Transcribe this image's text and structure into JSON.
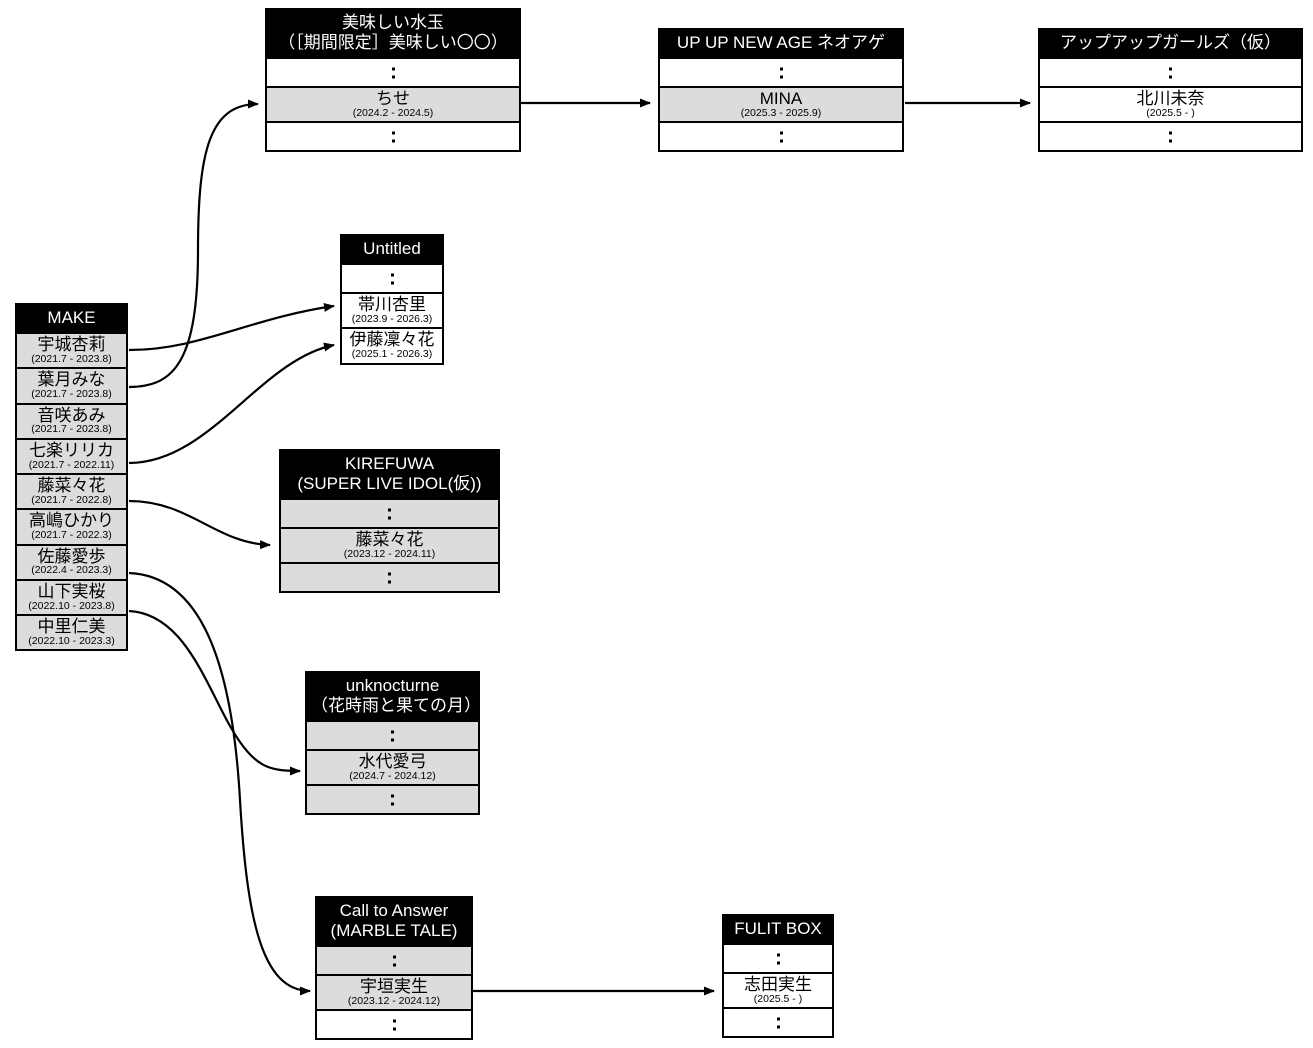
{
  "diagram": {
    "type": "membership-transfer-flow",
    "colors": {
      "header_bg": "#000000",
      "header_text": "#ffffff",
      "row_shaded": "#dcdcdc",
      "row_plain": "#ffffff",
      "border": "#000000",
      "edge": "#000000"
    }
  },
  "groups": {
    "make": {
      "title": "MAKE",
      "rows": [
        {
          "name": "宇城杏莉",
          "span": "(2021.7 - 2023.8)",
          "shaded": true
        },
        {
          "name": "葉月みな",
          "span": "(2021.7 - 2023.8)",
          "shaded": true
        },
        {
          "name": "音咲あみ",
          "span": "(2021.7 - 2023.8)",
          "shaded": true
        },
        {
          "name": "七楽リリカ",
          "span": "(2021.7 - 2022.11)",
          "shaded": true
        },
        {
          "name": "藤菜々花",
          "span": "(2021.7 - 2022.8)",
          "shaded": true
        },
        {
          "name": "高嶋ひかり",
          "span": "(2021.7 - 2022.3)",
          "shaded": true
        },
        {
          "name": "佐藤愛歩",
          "span": "(2022.4 - 2023.3)",
          "shaded": true
        },
        {
          "name": "山下実桜",
          "span": "(2022.10 - 2023.8)",
          "shaded": true
        },
        {
          "name": "中里仁美",
          "span": "(2022.10 - 2023.3)",
          "shaded": true
        }
      ]
    },
    "oishii": {
      "title": "美味しい水玉\n（［期間限定］美味しい〇〇）",
      "rows": [
        {
          "ellipsis": true,
          "shaded": false
        },
        {
          "name": "ちせ",
          "span": "(2024.2 - 2024.5)",
          "shaded": true
        },
        {
          "ellipsis": true,
          "shaded": false
        }
      ]
    },
    "upup_new_age": {
      "title": "UP UP NEW AGE ネオアゲ",
      "rows": [
        {
          "ellipsis": true,
          "shaded": false
        },
        {
          "name": "MINA",
          "span": "(2025.3 - 2025.9)",
          "shaded": true
        },
        {
          "ellipsis": true,
          "shaded": false
        }
      ]
    },
    "upup_girls": {
      "title": "アップアップガールズ（仮）",
      "rows": [
        {
          "ellipsis": true,
          "shaded": false
        },
        {
          "name": "北川未奈",
          "span": "(2025.5 - )",
          "shaded": false
        },
        {
          "ellipsis": true,
          "shaded": false
        }
      ]
    },
    "untitled": {
      "title": "Untitled",
      "rows": [
        {
          "ellipsis": true,
          "shaded": false
        },
        {
          "name": "帯川杏里",
          "span": "(2023.9 - 2026.3)",
          "shaded": false
        },
        {
          "name": "伊藤凜々花",
          "span": "(2025.1 - 2026.3)",
          "shaded": false
        }
      ]
    },
    "kirefuwa": {
      "title": "KIREFUWA\n(SUPER LIVE IDOL(仮))",
      "rows": [
        {
          "ellipsis": true,
          "shaded": true
        },
        {
          "name": "藤菜々花",
          "span": "(2023.12 - 2024.11)",
          "shaded": true
        },
        {
          "ellipsis": true,
          "shaded": true
        }
      ]
    },
    "unknocturne": {
      "title": "unknocturne\n（花時雨と果ての月）",
      "rows": [
        {
          "ellipsis": true,
          "shaded": true
        },
        {
          "name": "水代愛弓",
          "span": "(2024.7 - 2024.12)",
          "shaded": true
        },
        {
          "ellipsis": true,
          "shaded": true
        }
      ]
    },
    "call_to_answer": {
      "title": "Call to Answer\n(MARBLE TALE)",
      "rows": [
        {
          "ellipsis": true,
          "shaded": true
        },
        {
          "name": "宇垣実生",
          "span": "(2023.12 - 2024.12)",
          "shaded": true
        },
        {
          "ellipsis": true,
          "shaded": false
        }
      ]
    },
    "fulit_box": {
      "title": "FULIT BOX",
      "rows": [
        {
          "ellipsis": true,
          "shaded": false
        },
        {
          "name": "志田実生",
          "span": "(2025.5 - )",
          "shaded": false
        },
        {
          "ellipsis": true,
          "shaded": false
        }
      ]
    }
  },
  "edges": [
    {
      "from": "make.宇城杏莉",
      "to": "untitled.帯川杏里"
    },
    {
      "from": "make.葉月みな",
      "to": "oishii.ちせ"
    },
    {
      "from": "make.七楽リリカ",
      "to": "untitled.伊藤凜々花"
    },
    {
      "from": "make.藤菜々花",
      "to": "kirefuwa.藤菜々花"
    },
    {
      "from": "make.山下実桜",
      "to": "unknocturne.水代愛弓"
    },
    {
      "from": "make.佐藤愛歩",
      "to": "call_to_answer.宇垣実生"
    },
    {
      "from": "oishii.ちせ",
      "to": "upup_new_age.MINA"
    },
    {
      "from": "upup_new_age.MINA",
      "to": "upup_girls.北川未奈"
    },
    {
      "from": "call_to_answer.宇垣実生",
      "to": "fulit_box.志田実生"
    }
  ]
}
